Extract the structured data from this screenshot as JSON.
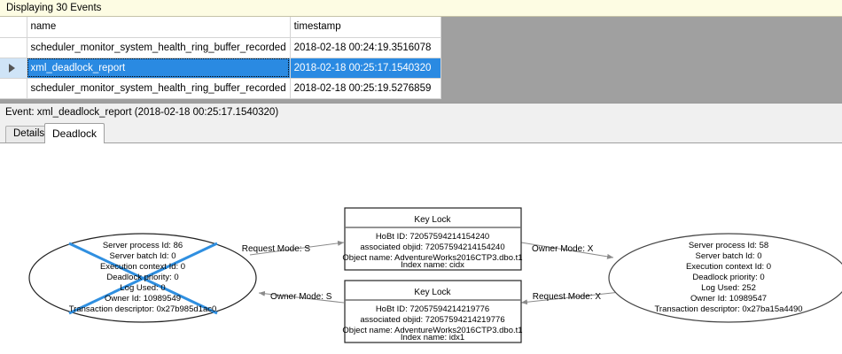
{
  "status": {
    "text": "Displaying 30 Events"
  },
  "grid": {
    "columns": [
      "",
      "name",
      "timestamp"
    ],
    "rows": [
      {
        "selector": "",
        "name": "scheduler_monitor_system_health_ring_buffer_recorded",
        "timestamp": "2018-02-18 00:24:19.3516078",
        "selected": false
      },
      {
        "selector": "▶",
        "name": "xml_deadlock_report",
        "timestamp": "2018-02-18 00:25:17.1540320",
        "selected": true
      },
      {
        "selector": "",
        "name": "scheduler_monitor_system_health_ring_buffer_recorded",
        "timestamp": "2018-02-18 00:25:19.5276859",
        "selected": false
      }
    ],
    "selection_color": "#2a8ae2"
  },
  "event": {
    "title": "Event: xml_deadlock_report (2018-02-18 00:25:17.1540320)"
  },
  "tabs": [
    {
      "label": "Details",
      "active": false
    },
    {
      "label": "Deadlock",
      "active": true
    }
  ],
  "deadlock": {
    "victim_color": "#2f8fe0",
    "process_left": {
      "victim": true,
      "lines": [
        "Server process Id: 86",
        "Server batch Id: 0",
        "Execution context Id: 0",
        "Deadlock priority: 0",
        "Log Used: 0",
        "Owner Id: 10989549",
        "Transaction descriptor: 0x27b985d1ac0"
      ]
    },
    "process_right": {
      "victim": false,
      "lines": [
        "Server process Id: 58",
        "Server batch Id: 0",
        "Execution context Id: 0",
        "Deadlock priority: 0",
        "Log Used: 252",
        "Owner Id: 10989547",
        "Transaction descriptor: 0x27ba15a4490"
      ]
    },
    "resource_top": {
      "title": "Key Lock",
      "lines": [
        "HoBt ID: 72057594214154240",
        "associated objid: 72057594214154240",
        "Object name: AdventureWorks2016CTP3.dbo.t1",
        "Index name: cidx"
      ]
    },
    "resource_bottom": {
      "title": "Key Lock",
      "lines": [
        "HoBt ID: 72057594214219776",
        "associated objid: 72057594214219776",
        "Object name: AdventureWorks2016CTP3.dbo.t1",
        "Index name: idx1"
      ]
    },
    "edges": [
      {
        "id": "left-request",
        "label": "Request Mode: S"
      },
      {
        "id": "left-owner",
        "label": "Owner Mode: S"
      },
      {
        "id": "right-owner",
        "label": "Owner Mode: X"
      },
      {
        "id": "right-request",
        "label": "Request Mode: X"
      }
    ]
  }
}
